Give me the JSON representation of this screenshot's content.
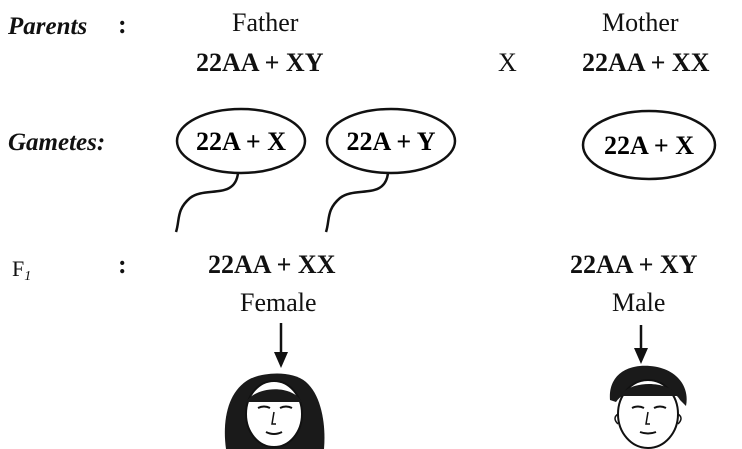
{
  "parents": {
    "label": "Parents",
    "colon": ":",
    "father_label": "Father",
    "father_genotype": "22AA + XY",
    "cross_symbol": "X",
    "mother_label": "Mother",
    "mother_genotype": "22AA + XX"
  },
  "gametes": {
    "label": "Gametes:",
    "father": [
      "22A + X",
      "22A + Y"
    ],
    "mother": [
      "22A + X"
    ]
  },
  "f1": {
    "label_main": "F",
    "label_sub": "1",
    "colon": ":",
    "offspring": [
      {
        "genotype": "22AA + XX",
        "sex": "Female",
        "icon": "female-face-icon"
      },
      {
        "genotype": "22AA + XY",
        "sex": "Male",
        "icon": "male-face-icon"
      }
    ]
  }
}
